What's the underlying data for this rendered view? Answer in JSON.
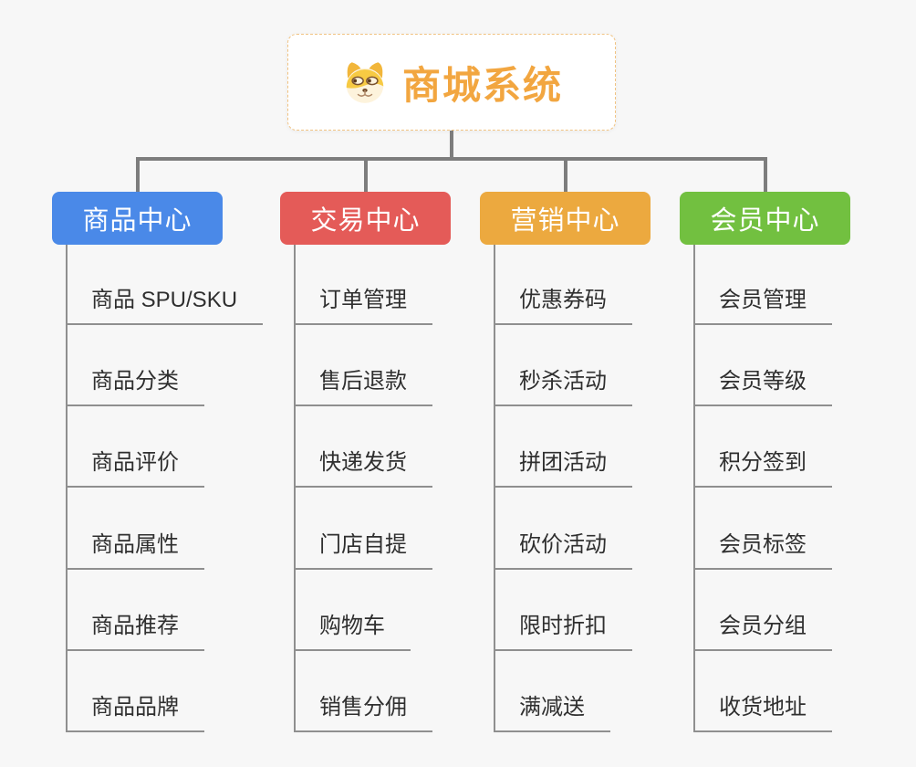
{
  "page": {
    "background_color": "#f7f7f7",
    "connector_color": "#7d7d7d",
    "leaf_line_color": "#8f8f8f"
  },
  "root": {
    "title": "商城系统",
    "icon": "dog-face-icon",
    "title_color": "#f2a640",
    "border_color": "#f1c382",
    "background_color": "#ffffff"
  },
  "branches": [
    {
      "id": "product-center",
      "label": "商品中心",
      "color": "#4a89e8",
      "children": [
        "商品 SPU/SKU",
        "商品分类",
        "商品评价",
        "商品属性",
        "商品推荐",
        "商品品牌"
      ]
    },
    {
      "id": "trade-center",
      "label": "交易中心",
      "color": "#e45b58",
      "children": [
        "订单管理",
        "售后退款",
        "快递发货",
        "门店自提",
        "购物车",
        "销售分佣"
      ]
    },
    {
      "id": "marketing-center",
      "label": "营销中心",
      "color": "#eca93f",
      "children": [
        "优惠券码",
        "秒杀活动",
        "拼团活动",
        "砍价活动",
        "限时折扣",
        "满减送"
      ]
    },
    {
      "id": "member-center",
      "label": "会员中心",
      "color": "#72c040",
      "children": [
        "会员管理",
        "会员等级",
        "积分签到",
        "会员标签",
        "会员分组",
        "收货地址"
      ]
    }
  ]
}
